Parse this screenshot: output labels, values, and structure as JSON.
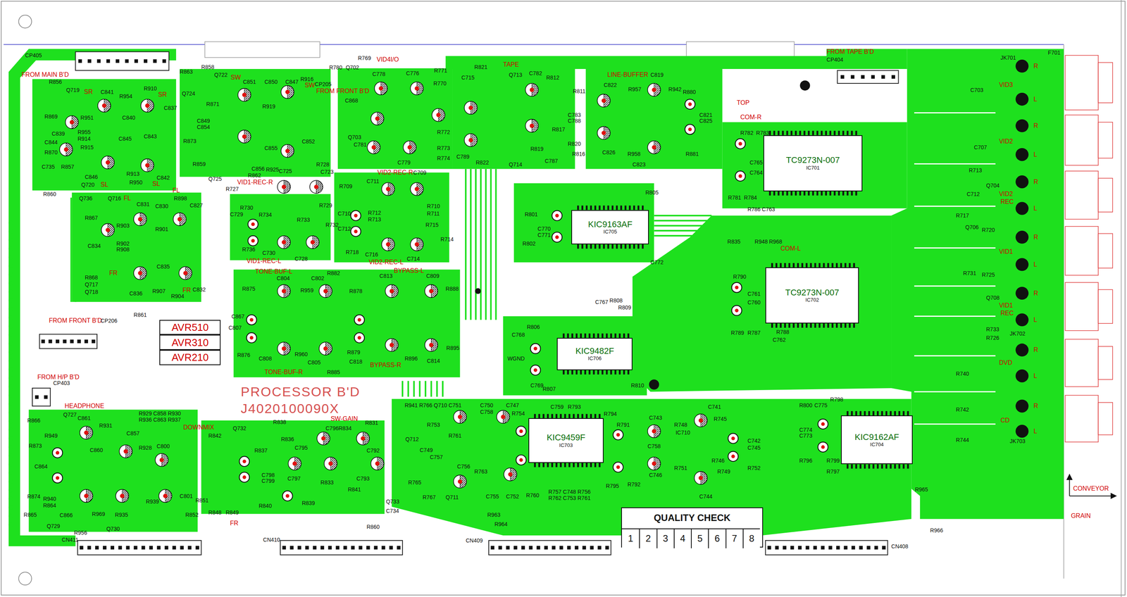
{
  "diagram": {
    "title": "PROCESSOR B'D",
    "nodes": [
      {
        "text": [
          "TC9273N-007",
          "IC701"
        ]
      },
      {
        "text": [
          "KIC9163AF",
          "IC705"
        ]
      },
      {
        "text": [
          "TC9273N-007",
          "IC702"
        ]
      },
      {
        "text": [
          "KIC9482F",
          "IC706"
        ]
      },
      {
        "text": [
          "KIC9459F",
          "IC703"
        ]
      },
      {
        "text": [
          "KIC9162AF",
          "IC704"
        ]
      },
      {
        "text": [
          "AVR510"
        ]
      },
      {
        "text": [
          "AVR310"
        ]
      },
      {
        "text": [
          "AVR210"
        ]
      },
      {
        "text": [
          "QUALITY CHECK"
        ]
      },
      {
        "text": [
          "1"
        ],
        "in": 9
      },
      {
        "text": [
          "2"
        ],
        "in": 9
      },
      {
        "text": [
          "3"
        ],
        "in": 9
      },
      {
        "text": [
          "4"
        ],
        "in": 9
      },
      {
        "text": [
          "5"
        ],
        "in": 9
      },
      {
        "text": [
          "6"
        ],
        "in": 9
      },
      {
        "text": [
          "7"
        ],
        "in": 9
      },
      {
        "text": [
          "8"
        ],
        "in": 9
      }
    ],
    "labels": [
      "CP405",
      "FROM MAIN B'D",
      "R856",
      "Q719",
      "C841",
      "SR",
      "R954",
      "R910",
      "SR",
      "C837",
      "C840",
      "R951",
      "R869",
      "C839",
      "R955",
      "C844",
      "R914",
      "R870",
      "C843",
      "C845",
      "R915",
      "C735",
      "R857",
      "C846",
      "R913",
      "C842",
      "Q720",
      "SL",
      "R950",
      "SL",
      "R860",
      "Q736",
      "Q716",
      "FL",
      "FL",
      "R898",
      "C831",
      "C830",
      "C827",
      "R867",
      "R903",
      "R901",
      "C834",
      "R902",
      "R908",
      "R868",
      "FR",
      "Q717",
      "Q718",
      "C835",
      "R907",
      "C836",
      "R904",
      "FR",
      "C832",
      "R861",
      "R863",
      "R858",
      "Q722",
      "SW",
      "C851",
      "C850",
      "C847",
      "R916",
      "SW",
      "CP205",
      "FROM FRONT B'D",
      "Q724",
      "R871",
      "R919",
      "C849",
      "C854",
      "R873",
      "C855",
      "C852",
      "R859",
      "C856",
      "R925",
      "R862",
      "Q725",
      "C725",
      "R728",
      "C723",
      "VID1-REC-R",
      "R727",
      "C729",
      "R730",
      "R734",
      "R729",
      "R733",
      "R732",
      "R736",
      "C730",
      "C728",
      "VID1-REC-L",
      "R780",
      "Q702",
      "R769",
      "VID4I/O",
      "C778",
      "C776",
      "R771",
      "R770",
      "C868",
      "Q703",
      "C781",
      "C779",
      "R772",
      "R773",
      "R774",
      "C715",
      "R821",
      "TAPE",
      "Q713",
      "C782",
      "R812",
      "R811",
      "C783",
      "C788",
      "R817",
      "R820",
      "R819",
      "R816",
      "C789",
      "R822",
      "Q714",
      "C787",
      "LINE-BUFFER",
      "C822",
      "C819",
      "R957",
      "R942",
      "R880",
      "TOP",
      "C821",
      "C825",
      "C826",
      "R958",
      "R881",
      "C823",
      "R709",
      "VID2-REC-R",
      "C711",
      "C709",
      "C710",
      "R712",
      "R713",
      "R710",
      "R711",
      "C712",
      "R715",
      "R714",
      "R718",
      "C716",
      "VID2-REC-L",
      "C714",
      "TONE-BUF-L",
      "C804",
      "C802",
      "R882",
      "R875",
      "R959",
      "C867",
      "C807",
      "R876",
      "C808",
      "R960",
      "C805",
      "TONE-BUF-R",
      "R885",
      "BYPASS-L",
      "C813",
      "C809",
      "R888",
      "R878",
      "R879",
      "C818",
      "R896",
      "C814",
      "R895",
      "BYPASS-R",
      "R801",
      "C770",
      "C771",
      "R802",
      "R805",
      "C772",
      "C767",
      "R808",
      "R809",
      "R806",
      "C768",
      "WGND",
      "C769",
      "R807",
      "R810",
      "COM-R",
      "R782",
      "R783",
      "C765",
      "C764",
      "R781",
      "R784",
      "R786",
      "C763",
      "R835",
      "R948",
      "R968",
      "COM-L",
      "R790",
      "C761",
      "C760",
      "R789",
      "R787",
      "R788",
      "C762",
      "FROM TAPE B'D",
      "CP404",
      "F701",
      "JK701",
      "VID3",
      "VID2",
      "VID2",
      "REC",
      "VID1",
      "VID1",
      "REC",
      "JK702",
      "DVD",
      "CD",
      "JK703",
      "R",
      "L",
      "R",
      "L",
      "R",
      "L",
      "R",
      "L",
      "R",
      "L",
      "R",
      "L",
      "R",
      "L",
      "C703",
      "C707",
      "R713",
      "Q704",
      "C712",
      "R717",
      "Q706",
      "R720",
      "R731",
      "R725",
      "Q708",
      "R733",
      "R726",
      "R740",
      "R742",
      "R744",
      "FROM FRONT B'D",
      "CP206",
      "FROM H/P B'D",
      "CP403",
      "HEADPHONE",
      "Q727",
      "C861",
      "R866",
      "R931",
      "R929 C858 R930",
      "R936 C863 R937",
      "C857",
      "R949",
      "DOWNMIX",
      "R873",
      "C860",
      "R928",
      "C800",
      "C864",
      "R874",
      "R940",
      "R864",
      "C866",
      "R969",
      "R935",
      "R939",
      "R865",
      "Q729",
      "R956",
      "Q730",
      "CN411",
      "C801",
      "R851",
      "R852",
      "R842",
      "Q732",
      "R838",
      "R836",
      "R837",
      "C795",
      "C798",
      "C799",
      "C797",
      "R840",
      "R839",
      "SW-GAIN",
      "C796",
      "R834",
      "R831",
      "C792",
      "R833",
      "C793",
      "R841",
      "R848",
      "R849",
      "FR",
      "Q733",
      "C734",
      "R860",
      "CN410",
      "R941 R766 Q710",
      "C751",
      "C750",
      "C758",
      "C747",
      "R754",
      "R753",
      "Q712",
      "R761",
      "C749",
      "C757",
      "C756",
      "R763",
      "R765",
      "R767",
      "Q711",
      "C755",
      "C752",
      "R760",
      "C759",
      "R793",
      "R794",
      "R791",
      "C743",
      "R748",
      "IC710",
      "C758",
      "R751",
      "C746",
      "R792",
      "R795",
      "R757 C748 R756",
      "R762 C753 R761",
      "C741",
      "R745",
      "R746",
      "C742",
      "C745",
      "R749",
      "R752",
      "C744",
      "R963",
      "R964",
      "CN409",
      "R800",
      "C775",
      "R798",
      "C774",
      "C773",
      "R796",
      "R799",
      "R797",
      "R965",
      "R966",
      "CN408",
      "CONVEYOR",
      "GRAIN",
      "J4020100090X"
    ]
  }
}
